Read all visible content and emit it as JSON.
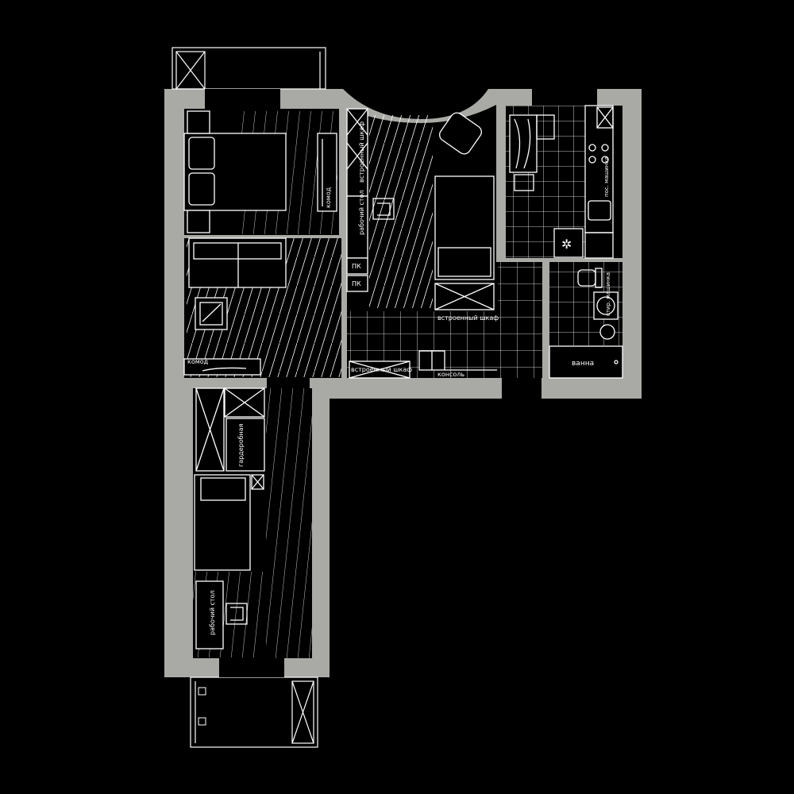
{
  "plan": {
    "colors": {
      "background": "#000000",
      "walls": "#a9aaa5",
      "lines": "#ffffff"
    }
  },
  "labels": {
    "komod_bedroom": "комод",
    "komod_living": "комод",
    "built_in_wardrobe_top": "встроенный шкаф",
    "desk_top": "рабочий стол",
    "pk_1": "ПК",
    "pk_2": "ПК",
    "built_in_wardrobe_hall_right": "встроенный шкаф",
    "built_in_wardrobe_hall_left": "встроенный шкаф",
    "console": "консоль",
    "dishwasher": "пос. машинка",
    "washing_machine": "стир. машинка",
    "bathtub": "ванна",
    "dressing_room": "гардеробная",
    "desk_bottom": "рабочий стол"
  }
}
